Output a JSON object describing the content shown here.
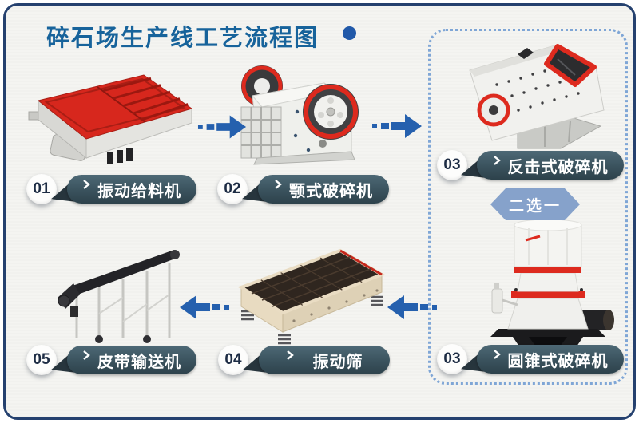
{
  "title": {
    "text": "碎石场生产线工艺流程图"
  },
  "flow": {
    "steps": [
      {
        "num": "01",
        "label": "振动给料机",
        "machine": "vibrating-feeder"
      },
      {
        "num": "02",
        "label": "颚式破碎机",
        "machine": "jaw-crusher"
      },
      {
        "num": "03",
        "label": "反击式破碎机",
        "machine": "impact-crusher"
      },
      {
        "num": "03",
        "label": "圆锥式破碎机",
        "machine": "cone-crusher"
      },
      {
        "num": "04",
        "label": "振动筛",
        "machine": "vibrating-screen"
      },
      {
        "num": "05",
        "label": "皮带输送机",
        "machine": "belt-conveyor"
      }
    ],
    "choice_badge": {
      "label": "二选一"
    },
    "direction_top_row": "left-to-right",
    "direction_bottom_row": "right-to-left"
  },
  "icons": {
    "title_dot": "circle-dot",
    "step_chevron": "chevron-right",
    "arrow_right": "flow-arrow-right",
    "arrow_left": "flow-arrow-left"
  },
  "colors": {
    "title": "#17639b",
    "frame_border": "#25416f",
    "background": "#f4f4f1",
    "arrow": "#2560ae",
    "pill": "#3a525d",
    "pill_tail": "#27353d",
    "choice_badge": "#86a2cb",
    "dashed_box_border": "#7fa6d6",
    "machine_red": "#d7271d",
    "machine_dark": "#232327"
  }
}
